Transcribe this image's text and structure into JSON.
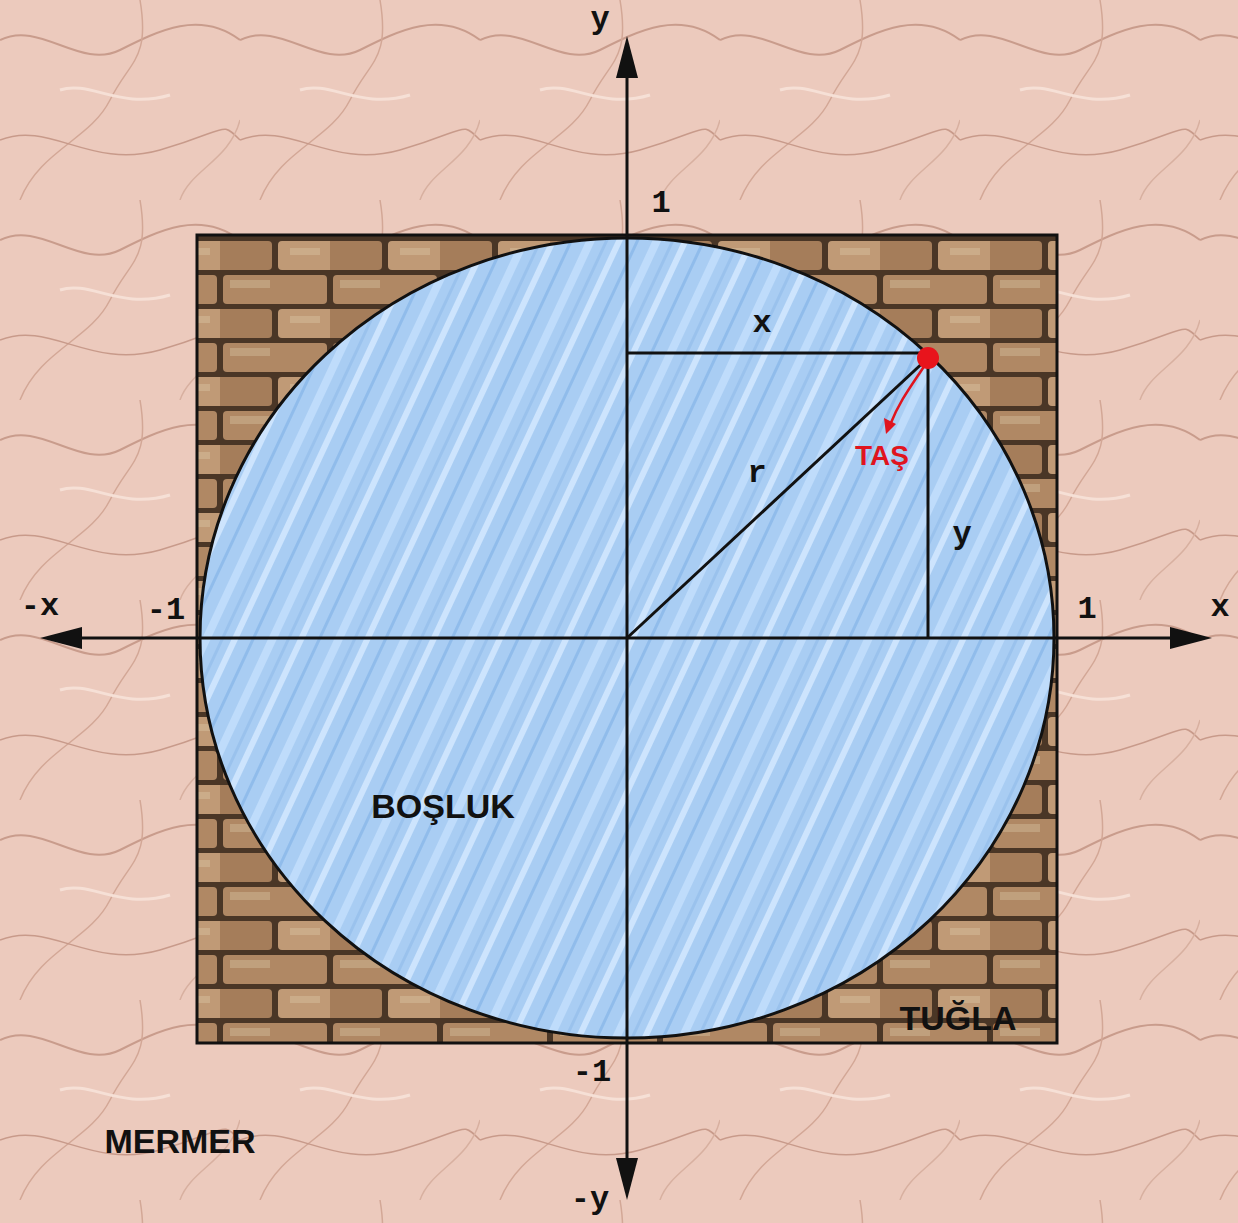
{
  "diagram": {
    "nodes": [
      {
        "text": [
          "TUĞLA"
        ]
      },
      {
        "text": [
          "BOŞLUK"
        ],
        "in": 0
      }
    ],
    "labels": [
      "y",
      "1",
      "-x",
      "-1",
      "1",
      "x",
      "-1",
      "-y",
      "x",
      "r",
      "y",
      "TAŞ",
      "MERMER"
    ]
  }
}
